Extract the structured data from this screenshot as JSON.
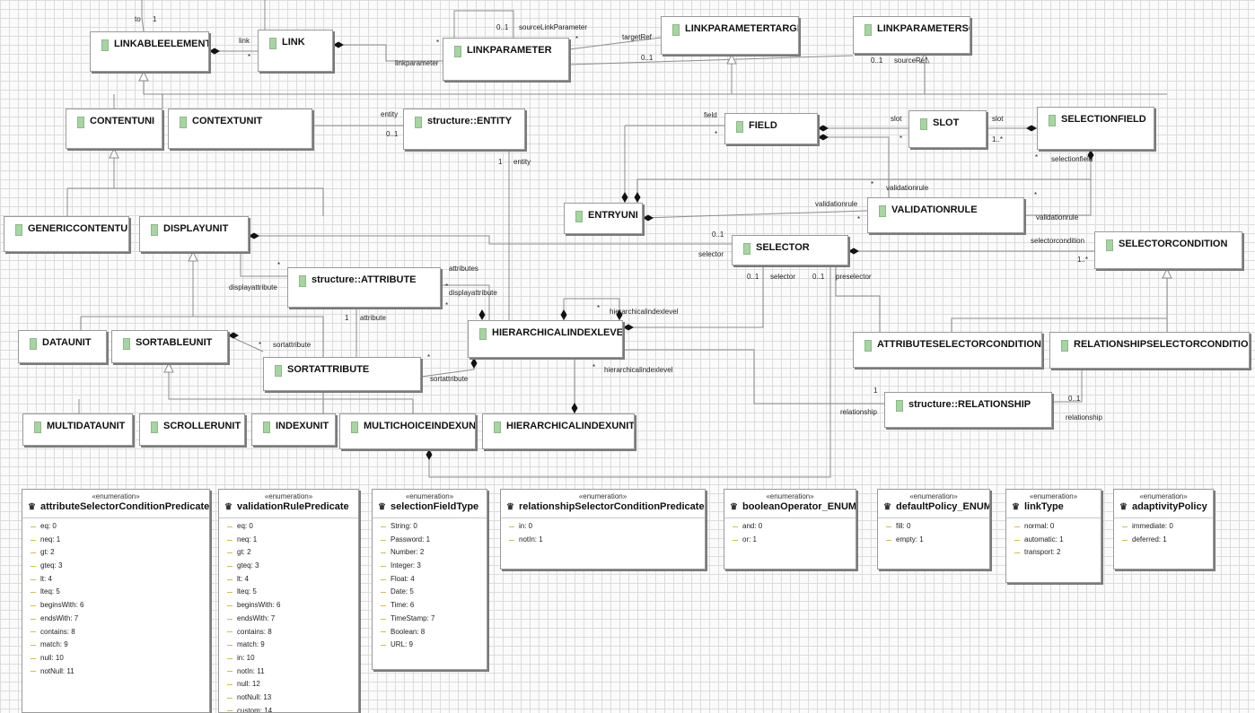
{
  "classes": [
    {
      "key": "linkableelement",
      "name": "LINKABLEELEMENT"
    },
    {
      "key": "link",
      "name": "LINK"
    },
    {
      "key": "linkparameter",
      "name": "LINKPARAMETER"
    },
    {
      "key": "linkparametertarget",
      "name": "LINKPARAMETERTARGE"
    },
    {
      "key": "linkparametersource",
      "name": "LINKPARAMETERSOURCI"
    },
    {
      "key": "contentunit",
      "name": "CONTENTUNI"
    },
    {
      "key": "contextunit",
      "name": "CONTEXTUNIT"
    },
    {
      "key": "entity",
      "name": "structure::ENTITY"
    },
    {
      "key": "field",
      "name": "FIELD"
    },
    {
      "key": "slot",
      "name": "SLOT"
    },
    {
      "key": "selectionfield",
      "name": "SELECTIONFIELD"
    },
    {
      "key": "genericcontentunit",
      "name": "GENERICCONTENTUNI"
    },
    {
      "key": "displayunit",
      "name": "DISPLAYUNIT"
    },
    {
      "key": "entryunit",
      "name": "ENTRYUNI"
    },
    {
      "key": "validationrule",
      "name": "VALIDATIONRULE"
    },
    {
      "key": "selector",
      "name": "SELECTOR"
    },
    {
      "key": "selectorcondition",
      "name": "SELECTORCONDITION"
    },
    {
      "key": "attribute",
      "name": "structure::ATTRIBUTE"
    },
    {
      "key": "hierarchicalindexlevel",
      "name": "HIERARCHICALINDEXLEVEI"
    },
    {
      "key": "dataunit",
      "name": "DATAUNIT"
    },
    {
      "key": "sortableunit",
      "name": "SORTABLEUNIT"
    },
    {
      "key": "sortattribute",
      "name": "SORTATTRIBUTE"
    },
    {
      "key": "attributeselectorcondition",
      "name": "ATTRIBUTESELECTORCONDITION"
    },
    {
      "key": "relationshipselectorcondition",
      "name": "RELATIONSHIPSELECTORCONDITIO"
    },
    {
      "key": "relationship",
      "name": "structure::RELATIONSHIP"
    },
    {
      "key": "multidataunit",
      "name": "MULTIDATAUNIT"
    },
    {
      "key": "scrollerunit",
      "name": "SCROLLERUNIT"
    },
    {
      "key": "indexunit",
      "name": "INDEXUNIT"
    },
    {
      "key": "multichoiceindexunit",
      "name": "MULTICHOICEINDEXUNI"
    },
    {
      "key": "hierarchicalindexunit",
      "name": "HIERARCHICALINDEXUNIT"
    }
  ],
  "association_labels": [
    "to",
    "1",
    "link",
    "*",
    "linkparameter",
    "*",
    "0..1",
    "sourceLinkParameter",
    "*",
    "targetRef",
    "0..1",
    "0..1",
    "sourceRef",
    "entity",
    "0..1",
    "1",
    "entity",
    "field",
    "*",
    "slot",
    "*",
    "slot",
    "1..*",
    "*",
    "selectionfield",
    "*",
    "validationrule",
    "validationrule",
    "*",
    "*",
    "validationrule",
    "0..1",
    "selector",
    "selectorcondition",
    "1..*",
    "*",
    "displayattribute",
    "attributes",
    "*",
    "displayattribute",
    "*",
    "0..1",
    "selector",
    "0..1",
    "preselector",
    "*",
    "hierarchicalindexlevel",
    "1",
    "attribute",
    "*",
    "sortattribute",
    "*",
    "sortattribute",
    "*",
    "hierarchicalindexlevel",
    "1",
    "relationship",
    "0..1",
    "relationship"
  ],
  "enumerations": [
    {
      "key": "attributeselectorconditionpredicate",
      "stereotype": "«enumeration»",
      "name": "attributeSelectorConditionPredicate",
      "literals": [
        "eq: 0",
        "neq: 1",
        "gt: 2",
        "gteq: 3",
        "lt: 4",
        "lteq: 5",
        "beginsWith: 6",
        "endsWith: 7",
        "contains: 8",
        "match: 9",
        "null: 10",
        "notNull: 11"
      ]
    },
    {
      "key": "validationrulepredicate",
      "stereotype": "«enumeration»",
      "name": "validationRulePredicate",
      "literals": [
        "eq: 0",
        "neq: 1",
        "gt: 2",
        "gteq: 3",
        "lt: 4",
        "lteq: 5",
        "beginsWith: 6",
        "endsWith: 7",
        "contains: 8",
        "match: 9",
        "in: 10",
        "notIn: 11",
        "null: 12",
        "notNull: 13",
        "custom: 14"
      ]
    },
    {
      "key": "selectionfieldtype",
      "stereotype": "«enumeration»",
      "name": "selectionFieldType",
      "literals": [
        "String: 0",
        "Password: 1",
        "Number: 2",
        "Integer: 3",
        "Float: 4",
        "Date: 5",
        "Time: 6",
        "TimeStamp: 7",
        "Boolean: 8",
        "URL: 9"
      ]
    },
    {
      "key": "relationshipselectorconditionpredicate",
      "stereotype": "«enumeration»",
      "name": "relationshipSelectorConditionPredicate",
      "literals": [
        "in: 0",
        "notIn: 1"
      ]
    },
    {
      "key": "booleanoperatorenum",
      "stereotype": "«enumeration»",
      "name": "booleanOperator_ENUM",
      "literals": [
        "and: 0",
        "or: 1"
      ]
    },
    {
      "key": "defaultpolicyenum",
      "stereotype": "«enumeration»",
      "name": "defaultPolicy_ENUM",
      "literals": [
        "fill: 0",
        "empty: 1"
      ]
    },
    {
      "key": "linktype",
      "stereotype": "«enumeration»",
      "name": "linkType",
      "literals": [
        "normal: 0",
        "automatic: 1",
        "transport: 2"
      ]
    },
    {
      "key": "adaptivitypolicy",
      "stereotype": "«enumeration»",
      "name": "adaptivityPolicy",
      "literals": [
        "immediate: 0",
        "deferred: 1"
      ]
    }
  ]
}
